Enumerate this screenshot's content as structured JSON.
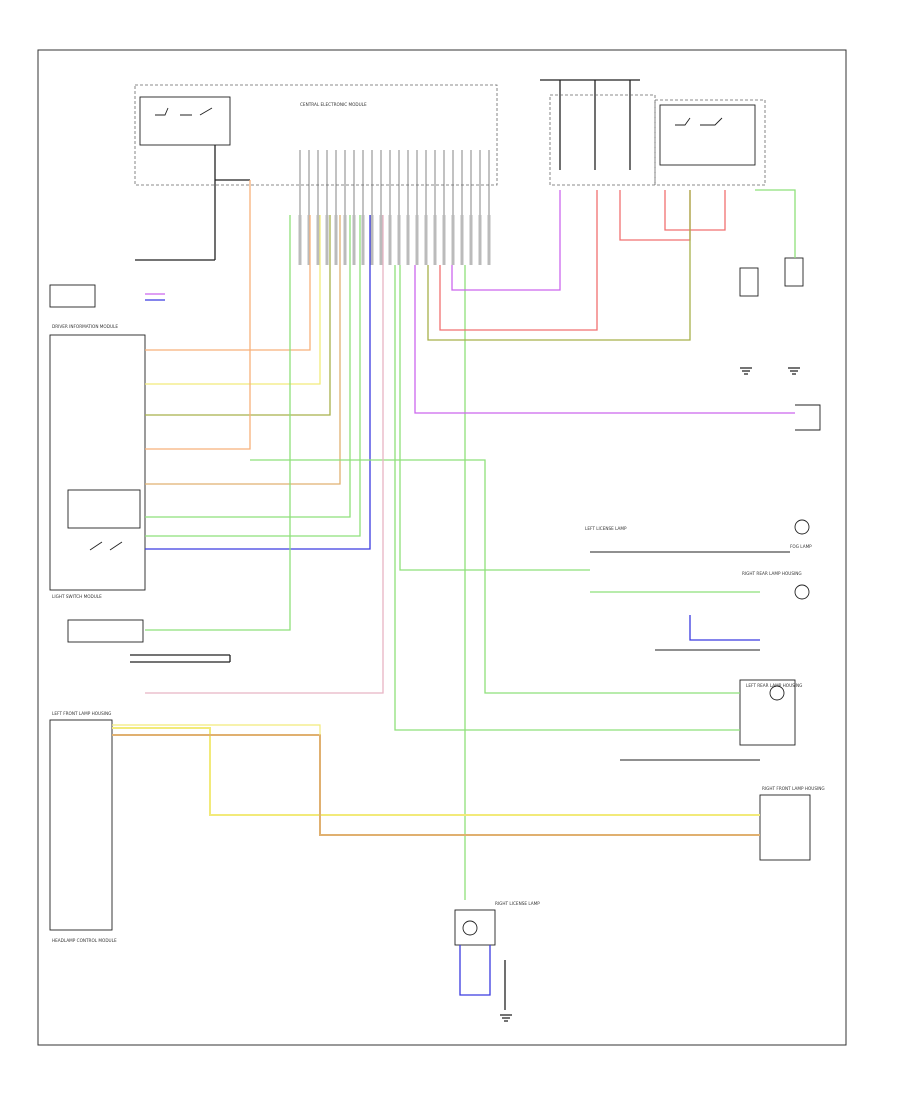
{
  "diagram": {
    "footer_code": "",
    "modules": {
      "central": "CENTRAL ELECTRONIC MODULE",
      "driver_info": "DRIVER INFORMATION MODULE",
      "light_switch": "LIGHT SWITCH MODULE",
      "headlamp_control": "HEADLAMP CONTROL MODULE"
    },
    "components": {
      "left_front": "LEFT FRONT LAMP HOUSING",
      "right_front": "RIGHT FRONT LAMP HOUSING",
      "left_rear": "LEFT REAR LAMP HOUSING",
      "right_rear": "RIGHT REAR LAMP HOUSING",
      "fog_lamp": "FOG LAMP",
      "right_license": "RIGHT LICENSE LAMP",
      "left_license": "LEFT LICENSE LAMP"
    },
    "wire_colors": {
      "orange": "#f7b07a",
      "yellow": "#f2ea7a",
      "green": "#8ee07a",
      "olive": "#a8b04a",
      "purple": "#cc66ee",
      "blue": "#3a3ae0",
      "red": "#f07070",
      "pink": "#e8b4c4",
      "tan": "#e0b070",
      "black": "#222222"
    }
  }
}
